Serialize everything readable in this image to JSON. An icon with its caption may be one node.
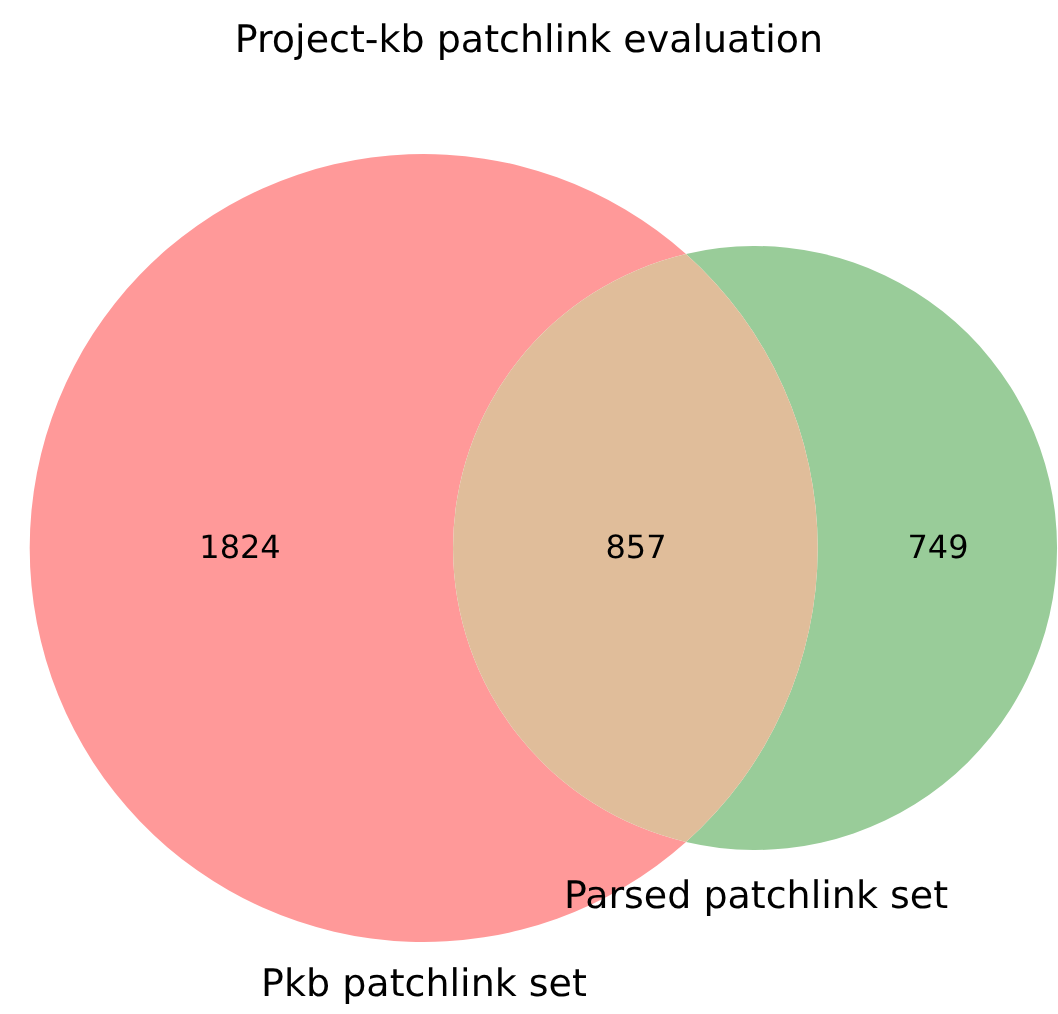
{
  "diagram": {
    "title": "Project-kb patchlink evaluation",
    "nodes": [
      {
        "text": [
          "1824"
        ]
      },
      {
        "text": [
          "749"
        ]
      }
    ],
    "labels": [
      "857",
      "Parsed patchlink set",
      "Pkb patchlink set"
    ]
  }
}
